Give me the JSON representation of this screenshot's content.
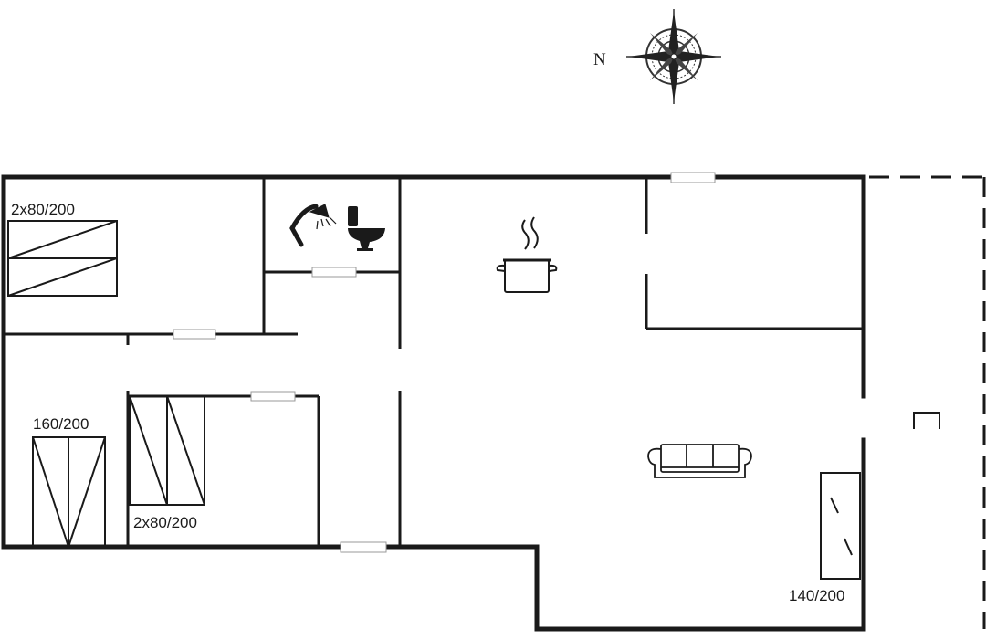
{
  "compass": {
    "label": "N",
    "icon": "compass-rose-icon"
  },
  "bed_labels": {
    "bedroom_top_left": "2x80/200",
    "bedroom_bottom_left": "160/200",
    "bedroom_bottom_middle": "2x80/200",
    "living_room_sofa_bed": "140/200"
  },
  "icons": {
    "shower": "shower-icon",
    "toilet": "toilet-icon",
    "cooking_pot": "cooking-pot-icon",
    "sofa": "sofa-icon",
    "stove": "wood-stove-icon"
  },
  "colors": {
    "wall": "#1a1a1a",
    "background": "#ffffff",
    "door_gap": "#ffffff"
  }
}
